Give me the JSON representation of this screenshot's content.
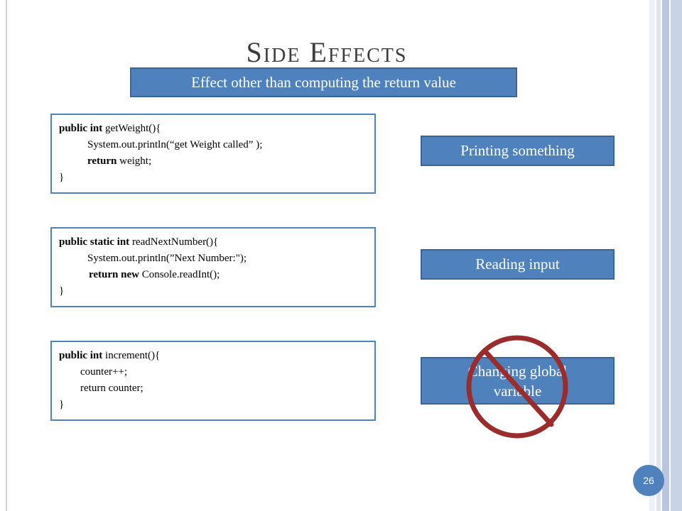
{
  "slide": {
    "title": "Side Effects",
    "subtitle": "Effect other than computing the return value",
    "page_number": "26"
  },
  "code_blocks": [
    {
      "line1": {
        "kw": "public int",
        "rest": " getWeight(){"
      },
      "line2": "System.out.println(“get Weight called” );",
      "line3": {
        "kw": "return",
        "rest": " weight;"
      },
      "line4": "}"
    },
    {
      "line1": {
        "kw": "public static int",
        "rest": " readNextNumber(){"
      },
      "line2": "System.out.println(”Next Number:\");",
      "line3": {
        "kw": "return new",
        "rest": " Console.readInt();"
      },
      "line4": "}"
    },
    {
      "line1": {
        "kw": "public int",
        "rest": " increment(){"
      },
      "line2": "counter++;",
      "line3": "return counter;",
      "line4": "}"
    }
  ],
  "effects": [
    {
      "label": "Printing something",
      "crossed_out": false
    },
    {
      "label": "Reading input",
      "crossed_out": false
    },
    {
      "label": "Changing global variable",
      "crossed_out": true
    }
  ],
  "icons": {
    "prohibition": "no-sign-icon"
  },
  "colors": {
    "accent": "#4f81bd",
    "accent_border": "#3a6596",
    "no_sign": "#9b2c2c",
    "title_text": "#3d3d3d",
    "bar_light": "#dfe5f1",
    "bar_mid": "#b9c6e0"
  }
}
